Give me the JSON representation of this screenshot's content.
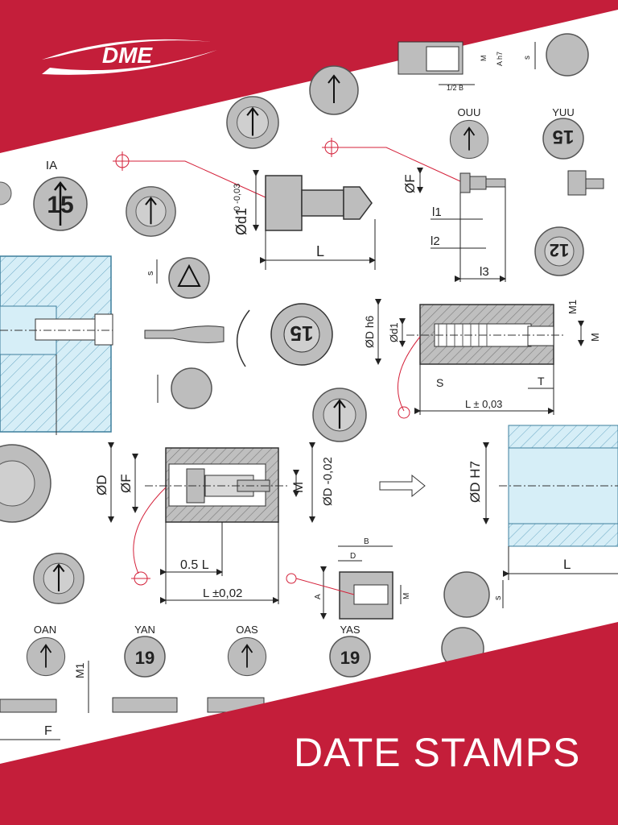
{
  "brand": {
    "logo_text": "DME",
    "logo_color": "#ffffff",
    "accent": "#c41e3a"
  },
  "cover": {
    "title": "DATE STAMPS"
  },
  "stamp_codes": {
    "ia": "IA",
    "ouu": "OUU",
    "yuu": "YUU",
    "oan": "OAN",
    "yan": "YAN",
    "oas": "OAS",
    "yas": "YAS"
  },
  "stamp_numbers": {
    "n15": "15",
    "n12": "12",
    "n19": "19"
  },
  "dims": {
    "d1": "Ød1",
    "d1_tol": "0 -0,03",
    "L": "L",
    "F": "ØF",
    "l1": "l1",
    "l2": "l2",
    "l3": "l3",
    "Dh6": "ØD h6",
    "d1b": "Ød1",
    "M1": "M1",
    "M": "M",
    "S": "S",
    "T": "T",
    "L003": "L ± 0,03",
    "D": "ØD",
    "F2": "ØF",
    "Dtol": "ØD -0,02",
    "half_L": "0.5 L",
    "L002": "L ±0,02",
    "DH7": "ØD H7",
    "L2": "L",
    "A": "A",
    "B": "B",
    "Dsmall": "D",
    "Ms": "M",
    "Ah7": "A h7",
    "half_B": "1/2 B",
    "s": "s",
    "M1b": "M1",
    "Fb": "F",
    "Mtop": "M"
  }
}
